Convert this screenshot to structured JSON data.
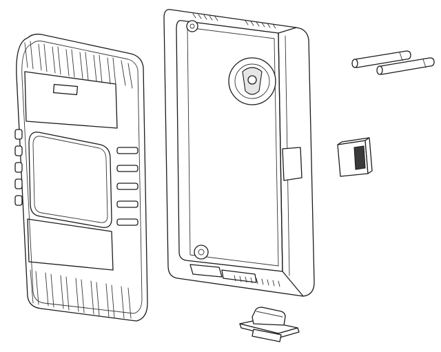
{
  "diagram": {
    "parts": [
      {
        "id": "front-cover",
        "icon": "front-cover-icon"
      },
      {
        "id": "back-housing",
        "icon": "back-housing-icon"
      },
      {
        "id": "screws",
        "icon": "screws-icon"
      },
      {
        "id": "rocker-switch",
        "icon": "rocker-switch-icon"
      },
      {
        "id": "connector",
        "icon": "connector-icon"
      }
    ],
    "line_color": "#1a1a1a",
    "background": "#ffffff"
  }
}
